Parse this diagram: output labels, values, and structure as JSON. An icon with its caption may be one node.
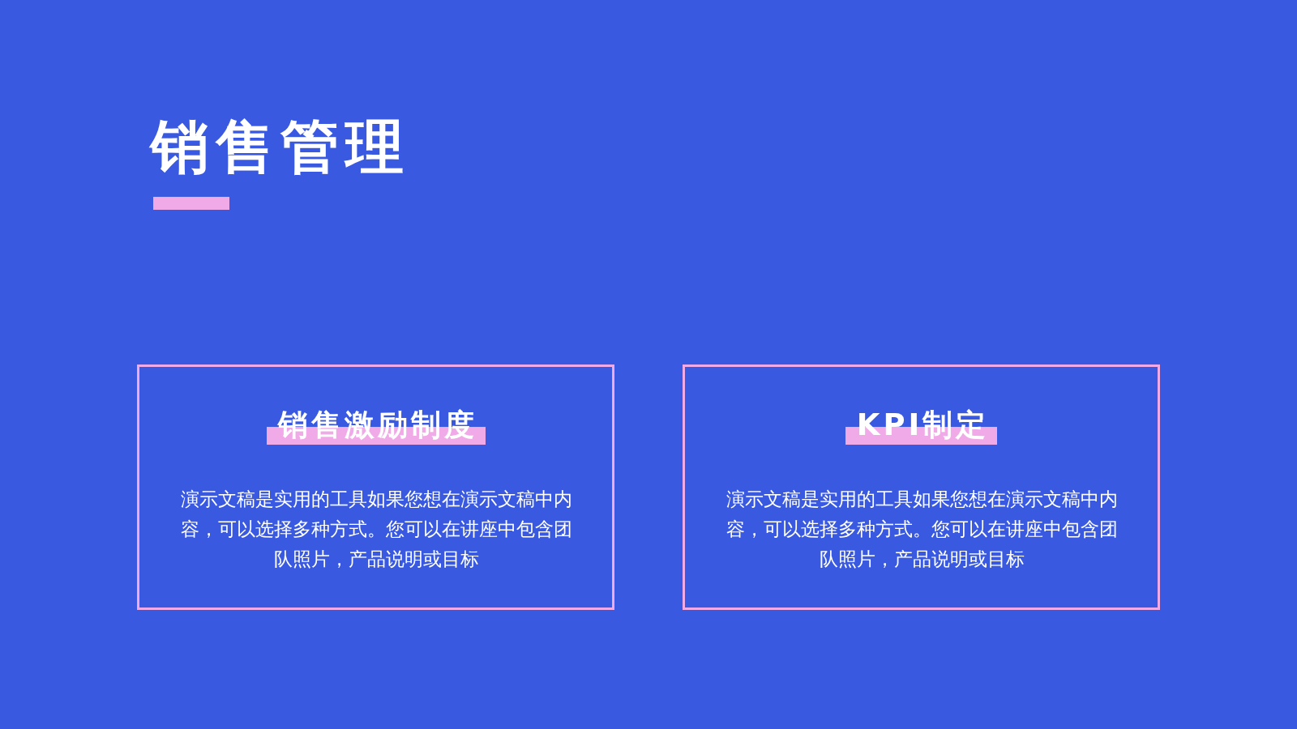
{
  "diagram": {
    "title": "销售管理",
    "nodes": [
      {
        "text": [
          "销售激励制度",
          "演示文稿是实用的工具如果您想在演示文稿中内容，可以选择多种方式。您可以在讲座中包含团队照片，产品说明或目标"
        ]
      },
      {
        "text": [
          "KPI制定",
          "演示文稿是实用的工具如果您想在演示文稿中内容，可以选择多种方式。您可以在讲座中包含团队照片，产品说明或目标"
        ]
      }
    ]
  }
}
